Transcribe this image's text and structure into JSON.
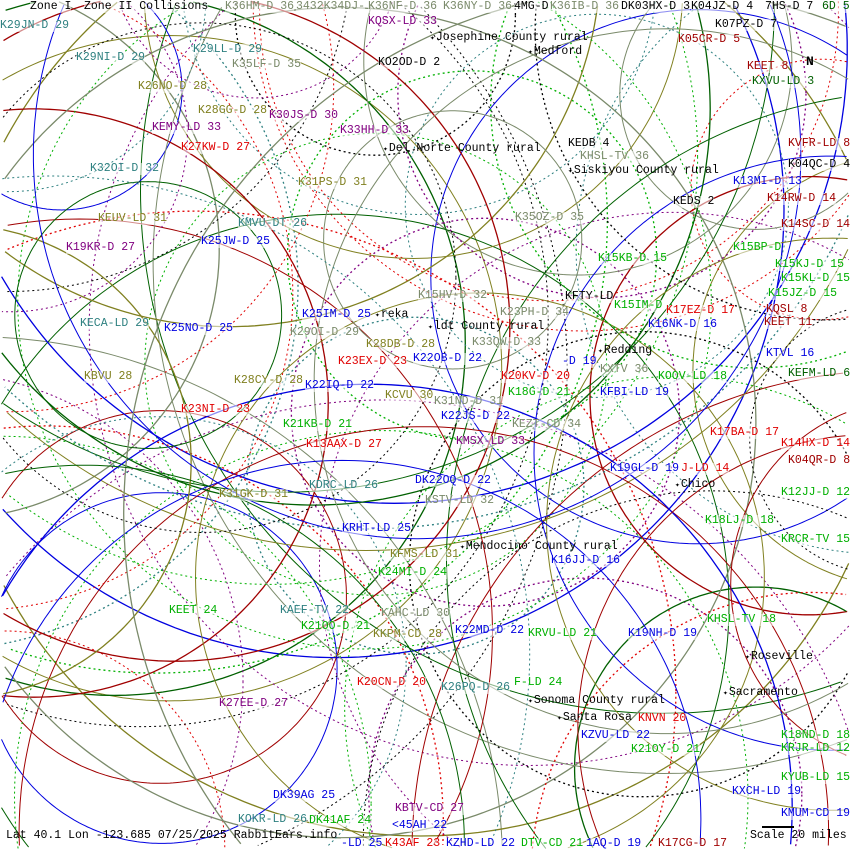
{
  "header": {
    "zone1": "Zone I",
    "zone2": "Zone II Collisions"
  },
  "footer": {
    "coords": "Lat 40.1 Lon -123.685 07/25/2025 RabbitEars.info",
    "scale": "Scale 20 miles"
  },
  "compass": "N",
  "colors": {
    "teal": "#2e8080",
    "olive": "#808020",
    "green": "#00b000",
    "blue": "#0000e0",
    "red": "#e00000",
    "darkred": "#a00000",
    "purple": "#800080",
    "gray": "#7a8a6a",
    "black": "#000000",
    "darkgreen": "#006000"
  },
  "stations": [
    {
      "text": "K29JN-D 29",
      "color": "teal"
    },
    {
      "text": "K29NI-D 29",
      "color": "teal"
    },
    {
      "text": "K29LL-D 29",
      "color": "teal"
    },
    {
      "text": "K35LF-D 35",
      "color": "gray"
    },
    {
      "text": "K26NO-D 28",
      "color": "olive"
    },
    {
      "text": "K28GG-D 28",
      "color": "olive"
    },
    {
      "text": "K30JS-D 30",
      "color": "purple"
    },
    {
      "text": "KEMY-LD 33",
      "color": "purple"
    },
    {
      "text": "K27KW-D 27",
      "color": "red"
    },
    {
      "text": "K33HH-D 33",
      "color": "purple"
    },
    {
      "text": "K32OI-D 32",
      "color": "teal"
    },
    {
      "text": "K31PS-D 31",
      "color": "olive"
    },
    {
      "text": "KEUV-LD 31",
      "color": "olive"
    },
    {
      "text": "KMVU-DT 26",
      "color": "teal"
    },
    {
      "text": "K25JW-D 25",
      "color": "blue"
    },
    {
      "text": "K19KR-D 27",
      "color": "purple"
    },
    {
      "text": "KECA-LD 29",
      "color": "teal"
    },
    {
      "text": "K25NO-D 25",
      "color": "blue"
    },
    {
      "text": "K29OI-D 29",
      "color": "gray"
    },
    {
      "text": "K25IM-D 25",
      "color": "blue"
    },
    {
      "text": "K28DB-D 28",
      "color": "olive"
    },
    {
      "text": "K23EX-D 23",
      "color": "red"
    },
    {
      "text": "K22OB-D 22",
      "color": "blue"
    },
    {
      "text": "KBVU 28",
      "color": "olive"
    },
    {
      "text": "K28CY-D 28",
      "color": "olive"
    },
    {
      "text": "K22IQ-D 22",
      "color": "blue"
    },
    {
      "text": "K23NI-D 23",
      "color": "red"
    },
    {
      "text": "KCVU 30",
      "color": "olive"
    },
    {
      "text": "K31ND-D 31",
      "color": "gray"
    },
    {
      "text": "K22JS-D 22",
      "color": "blue"
    },
    {
      "text": "KEZT-CD 34",
      "color": "gray"
    },
    {
      "text": "K21KB-D 21",
      "color": "green"
    },
    {
      "text": "K13AAX-D 27",
      "color": "red"
    },
    {
      "text": "KMSX-LD 33",
      "color": "purple"
    },
    {
      "text": "DK22OQ-D 22",
      "color": "blue"
    },
    {
      "text": "KDRC-LD 26",
      "color": "teal"
    },
    {
      "text": "KSTV-LD 32",
      "color": "gray"
    },
    {
      "text": "K31GK-D 31",
      "color": "olive"
    },
    {
      "text": "KRHT-LD 25",
      "color": "blue"
    },
    {
      "text": "K16JJ-D 16",
      "color": "blue"
    },
    {
      "text": "KFMS-LD 31",
      "color": "olive"
    },
    {
      "text": "K24MI-D 24",
      "color": "green"
    },
    {
      "text": "KEET 24",
      "color": "green"
    },
    {
      "text": "KAEF-TV 22",
      "color": "teal"
    },
    {
      "text": "KAHC-LD 30",
      "color": "gray"
    },
    {
      "text": "K21OO-D 21",
      "color": "green"
    },
    {
      "text": "KKPM-CD 28",
      "color": "olive"
    },
    {
      "text": "K22MD-D 22",
      "color": "blue"
    },
    {
      "text": "KRVU-LD 21",
      "color": "green"
    },
    {
      "text": "K19NH-D 19",
      "color": "blue"
    },
    {
      "text": "KHSL-TV 18",
      "color": "green"
    },
    {
      "text": "K20CN-D 20",
      "color": "red"
    },
    {
      "text": "K26PQ-D 26",
      "color": "teal"
    },
    {
      "text": "F-LD 24",
      "color": "green"
    },
    {
      "text": "KNVN 20",
      "color": "red"
    },
    {
      "text": "K27EE-D 27",
      "color": "purple"
    },
    {
      "text": "KZVU-LD 22",
      "color": "blue"
    },
    {
      "text": "K21OY-D 21",
      "color": "green"
    },
    {
      "text": "K18ND-D 18",
      "color": "green"
    },
    {
      "text": "KRJR-LD 12",
      "color": "green"
    },
    {
      "text": "KYUB-LD 15",
      "color": "green"
    },
    {
      "text": "KXCH-LD 19",
      "color": "blue"
    },
    {
      "text": "DK39AG 25",
      "color": "blue"
    },
    {
      "text": "KBTV-CD 27",
      "color": "purple"
    },
    {
      "text": "DK41AF 24",
      "color": "green"
    },
    {
      "text": "KOKR-LD 26",
      "color": "teal"
    },
    {
      "text": "-LD 25",
      "color": "blue"
    },
    {
      "text": "K43AF 23",
      "color": "red"
    },
    {
      "text": "<45AH 22",
      "color": "blue"
    },
    {
      "text": "KZHD-LD 22",
      "color": "blue"
    },
    {
      "text": "DTV-CD 21",
      "color": "green"
    },
    {
      "text": "1AQ-D 19",
      "color": "blue"
    },
    {
      "text": "K17CG-D 17",
      "color": "darkred"
    },
    {
      "text": "KMUM-CD 19",
      "color": "blue"
    },
    {
      "text": "K36HM-D 36",
      "color": "gray"
    },
    {
      "text": "3432K34DJ-",
      "color": "gray"
    },
    {
      "text": "K36NF-D 36",
      "color": "gray"
    },
    {
      "text": "K36NY-D 36",
      "color": "gray"
    },
    {
      "text": "4MG-D",
      "color": "black"
    },
    {
      "text": "K36IB-D 36",
      "color": "gray"
    },
    {
      "text": "DK03HX-D 3",
      "color": "black"
    },
    {
      "text": "K04JZ-D 4",
      "color": "black"
    },
    {
      "text": "K07PZ-D 7",
      "color": "black"
    },
    {
      "text": "7HS-D 7",
      "color": "black"
    },
    {
      "text": "6D 5",
      "color": "darkgreen"
    },
    {
      "text": "KQSX-LD 33",
      "color": "purple"
    },
    {
      "text": "KO2OD-D 2",
      "color": "black"
    },
    {
      "text": "K05CR-D 5",
      "color": "darkred"
    },
    {
      "text": "KEET 8",
      "color": "darkred"
    },
    {
      "text": "KXVU-LD 3",
      "color": "darkgreen"
    },
    {
      "text": "KEDB 4",
      "color": "black"
    },
    {
      "text": "KHSL-TV 36",
      "color": "gray"
    },
    {
      "text": "KEDS 2",
      "color": "black"
    },
    {
      "text": "K13MI-D 13",
      "color": "blue"
    },
    {
      "text": "KVFR-LD 8",
      "color": "darkred"
    },
    {
      "text": "K04QC-D 4",
      "color": "black"
    },
    {
      "text": "K14RW-D 14",
      "color": "darkred"
    },
    {
      "text": "K14SC-D 14",
      "color": "darkred"
    },
    {
      "text": "K35OZ-D 35",
      "color": "gray"
    },
    {
      "text": "K15KB-D 15",
      "color": "green"
    },
    {
      "text": "K15BP-D",
      "color": "green"
    },
    {
      "text": "K15KJ-D 15",
      "color": "green"
    },
    {
      "text": "K15KL-D 15",
      "color": "green"
    },
    {
      "text": "K15JZ-D 15",
      "color": "green"
    },
    {
      "text": "K15HV-D 32",
      "color": "gray"
    },
    {
      "text": "KFTY-LD",
      "color": "black"
    },
    {
      "text": "K23PH-D 34",
      "color": "gray"
    },
    {
      "text": "K33QW-D 33",
      "color": "gray"
    },
    {
      "text": "K15IM-D",
      "color": "green"
    },
    {
      "text": "K17EZ-D 17",
      "color": "red"
    },
    {
      "text": "K16NK-D 16",
      "color": "blue"
    },
    {
      "text": "KQSL 8",
      "color": "darkred"
    },
    {
      "text": "KEET 11",
      "color": "darkred"
    },
    {
      "text": "KTVL 16",
      "color": "blue"
    },
    {
      "text": "KEFM-LD 6",
      "color": "darkgreen"
    },
    {
      "text": "KXTV 36",
      "color": "gray"
    },
    {
      "text": "K20KV-D 20",
      "color": "red"
    },
    {
      "text": "-D 19",
      "color": "blue"
    },
    {
      "text": "KOOV-LD 18",
      "color": "green"
    },
    {
      "text": "K18G-D 21",
      "color": "green"
    },
    {
      "text": "KFBI-LD 19",
      "color": "blue"
    },
    {
      "text": "K17BA-D 17",
      "color": "red"
    },
    {
      "text": "K14HX-D 14",
      "color": "red"
    },
    {
      "text": "K04QR-D 8",
      "color": "darkred"
    },
    {
      "text": "K19GL-D 19",
      "color": "blue"
    },
    {
      "text": "J-LD 14",
      "color": "red"
    },
    {
      "text": "K12JJ-D 12",
      "color": "green"
    },
    {
      "text": "K18LJ-D 18",
      "color": "green"
    },
    {
      "text": "KRCR-TV 15",
      "color": "green"
    }
  ],
  "places": [
    "Josephine County rural",
    "Medford",
    "Del Norte County rural",
    "Siskiyou County rural",
    "reka",
    "ldt County rural",
    "Redding",
    "Chico",
    "Mendocino County rural",
    "Roseville",
    "Sonoma County rural",
    "Santa Rosa",
    "Sacramento"
  ]
}
